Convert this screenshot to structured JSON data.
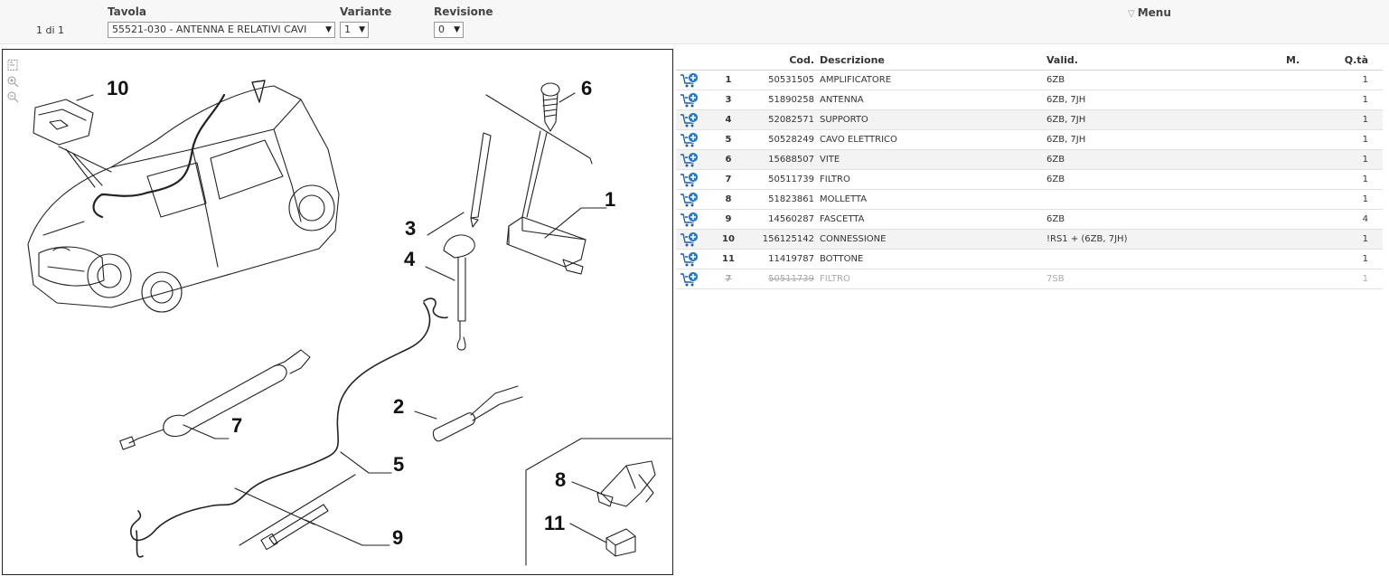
{
  "header": {
    "page_count": "1 di 1",
    "tavola_label": "Tavola",
    "tavola_value": "55521-030 - ANTENNA E RELATIVI CAVI",
    "variante_label": "Variante",
    "variante_value": "1",
    "revisione_label": "Revisione",
    "revisione_value": "0",
    "menu_label": "Menu"
  },
  "icons": {
    "fit": "fit-page-icon",
    "zoom_in": "zoom-in-icon",
    "zoom_out": "zoom-out-icon",
    "cart": "add-to-cart-icon",
    "dropdown": "chevron-down-icon"
  },
  "diagram": {
    "callouts": [
      "10",
      "6",
      "1",
      "3",
      "4",
      "2",
      "7",
      "5",
      "8",
      "11",
      "9"
    ]
  },
  "table": {
    "headers": {
      "num": "",
      "code": "Cod.",
      "desc": "Descrizione",
      "valid": "Valid.",
      "m": "M.",
      "qty": "Q.tà"
    },
    "rows": [
      {
        "num": "1",
        "code": "50531505",
        "desc": "AMPLIFICATORE",
        "valid": "6ZB",
        "m": "",
        "qty": "1"
      },
      {
        "num": "3",
        "code": "51890258",
        "desc": "ANTENNA",
        "valid": "6ZB, 7JH",
        "m": "",
        "qty": "1"
      },
      {
        "num": "4",
        "code": "52082571",
        "desc": "SUPPORTO",
        "valid": "6ZB, 7JH",
        "m": "",
        "qty": "1"
      },
      {
        "num": "5",
        "code": "50528249",
        "desc": "CAVO ELETTRICO",
        "valid": "6ZB, 7JH",
        "m": "",
        "qty": "1"
      },
      {
        "num": "6",
        "code": "15688507",
        "desc": "VITE",
        "valid": "6ZB",
        "m": "",
        "qty": "1"
      },
      {
        "num": "7",
        "code": "50511739",
        "desc": "FILTRO",
        "valid": "6ZB",
        "m": "",
        "qty": "1"
      },
      {
        "num": "8",
        "code": "51823861",
        "desc": "MOLLETTA",
        "valid": "",
        "m": "",
        "qty": "1"
      },
      {
        "num": "9",
        "code": "14560287",
        "desc": "FASCETTA",
        "valid": "6ZB",
        "m": "",
        "qty": "4"
      },
      {
        "num": "10",
        "code": "156125142",
        "desc": "CONNESSIONE",
        "valid": "!RS1 + (6ZB, 7JH)",
        "m": "",
        "qty": "1"
      },
      {
        "num": "11",
        "code": "11419787",
        "desc": "BOTTONE",
        "valid": "",
        "m": "",
        "qty": "1"
      },
      {
        "num": "7",
        "code": "50511739",
        "desc": "FILTRO",
        "valid": "7SB",
        "m": "",
        "qty": "1"
      }
    ]
  },
  "colors": {
    "cart_blue": "#1f5fa8",
    "cart_plus_bg": "#2a78c2",
    "disabled_text": "#aaaaaa"
  }
}
